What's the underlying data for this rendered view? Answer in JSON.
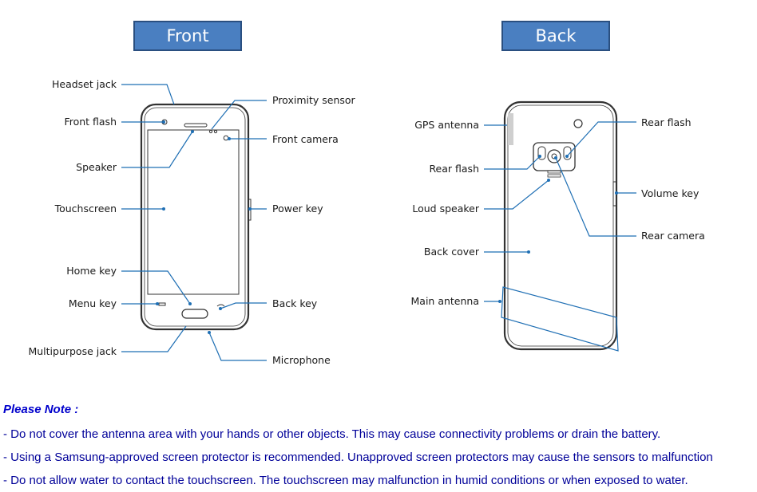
{
  "tabs": {
    "front": "Front",
    "back": "Back"
  },
  "front_labels": {
    "headset_jack": "Headset jack",
    "front_flash": "Front flash",
    "speaker": "Speaker",
    "touchscreen": "Touchscreen",
    "home_key": "Home key",
    "menu_key": "Menu key",
    "multipurpose_jack": "Multipurpose jack",
    "proximity_sensor": "Proximity sensor",
    "front_camera": "Front camera",
    "power_key": "Power key",
    "back_key": "Back key",
    "microphone": "Microphone"
  },
  "back_labels": {
    "gps_antenna": "GPS antenna",
    "rear_flash_left": "Rear flash",
    "loud_speaker": "Loud speaker",
    "back_cover": "Back cover",
    "main_antenna": "Main antenna",
    "rear_flash_right": "Rear flash",
    "volume_key": "Volume key",
    "rear_camera": "Rear camera"
  },
  "note": {
    "title": "Please Note :",
    "lines": [
      "- Do not cover the antenna area with your hands or other objects. This may cause connectivity problems or drain the battery.",
      "- Using a Samsung-approved screen protector is recommended. Unapproved screen protectors may cause the sensors to malfunction",
      "- Do not allow water to contact the touchscreen. The touchscreen may malfunction in humid conditions or when exposed to water."
    ]
  },
  "colors": {
    "tab_fill": "#4a7fc1",
    "leader_line": "#1f6fb4",
    "note_text": "#000099"
  }
}
